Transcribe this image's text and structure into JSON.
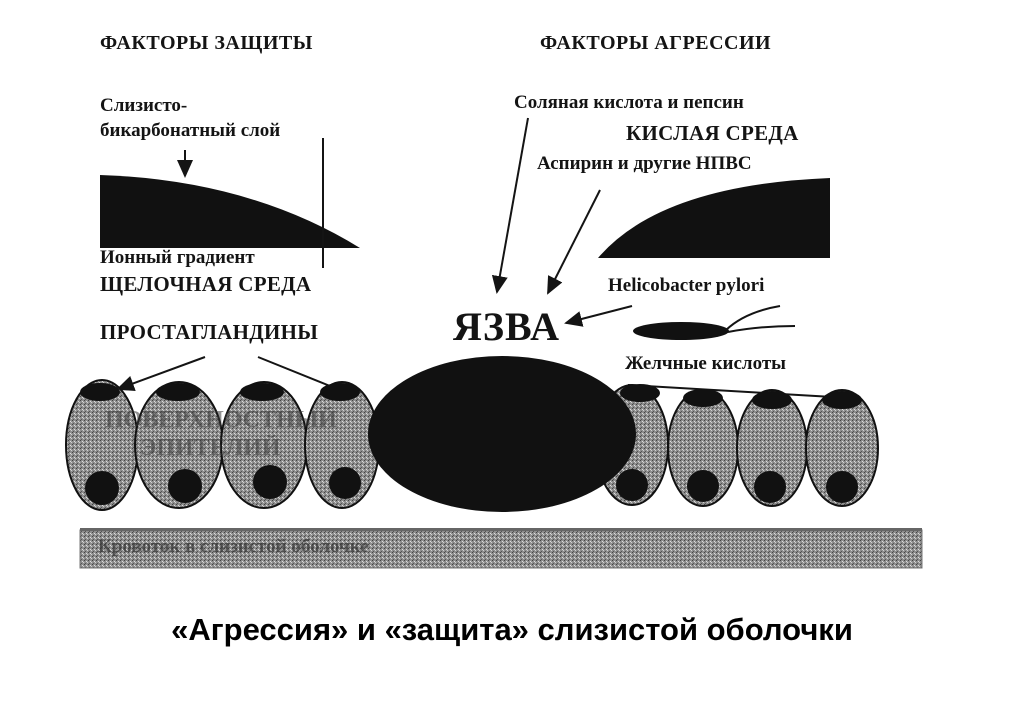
{
  "defense": {
    "header": "ФАКТОРЫ ЗАЩИТЫ",
    "mucus_line1": "Слизисто-",
    "mucus_line2": "бикарбонатный слой",
    "ion_gradient": "Ионный градиент",
    "alkaline": "ЩЕЛОЧНАЯ СРЕДА",
    "prostaglandins": "ПРОСТАГЛАНДИНЫ"
  },
  "aggression": {
    "header": "ФАКТОРЫ АГРЕССИИ",
    "acid_pepsin": "Соляная кислота и пепсин",
    "acidic": "КИСЛАЯ СРЕДА",
    "nsaid": "Аспирин и другие НПВС",
    "hpylori": "Helicobacter pylori",
    "bile": "Желчные кислоты"
  },
  "ulcer": "ЯЗВА",
  "epithelium_line1": "ПОВЕРХНОСТНЫЙ",
  "epithelium_line2": "ЭПИТЕЛИЙ",
  "blood_flow": "Кровоток в слизистой оболочке",
  "caption": "«Агрессия» и «защита» слизистой оболочки",
  "colors": {
    "ink": "#141414",
    "cell_fill": "#8c8c8c",
    "band": "#9a9a9a"
  }
}
